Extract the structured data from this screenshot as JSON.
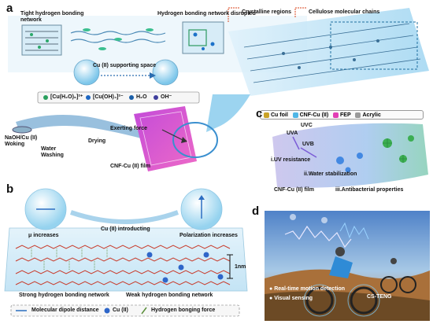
{
  "panel_a": {
    "label": "a",
    "tight_network": "Tight hydrogen bonding network",
    "disrupted_network": "Hydrogen bonding network disrupted",
    "crystalline": "Crystalline regions",
    "cellulose_chains": "Cellulose molecular chains",
    "cu_space": "Cu (II) supporting space",
    "species_legend": [
      "[Cu(H₂O)₆]²⁺",
      "[Cu(OH)₄]²⁻",
      "H₂O",
      "OH⁻"
    ],
    "naoh": "NaOH/Cu (II) Woking",
    "washing": "Water Washing",
    "drying": "Drying",
    "force": "Exerting force",
    "film": "CNF-Cu (II) film"
  },
  "legend_materials": {
    "items": [
      {
        "label": "Cu foil",
        "color": "#c9a227"
      },
      {
        "label": "CNF-Cu (II)",
        "color": "#4fb6e6"
      },
      {
        "label": "FEP",
        "color": "#e23fb5"
      },
      {
        "label": "Acrylic",
        "color": "#9a9a9a"
      }
    ]
  },
  "panel_b": {
    "label": "b",
    "introducing": "Cu (II) introducting",
    "mu_increases": "μ increases",
    "polarization": "Polarization increases",
    "strong": "Strong hydrogen bonding network",
    "weak": "Weak hydrogen bonding network",
    "scale": "1nm",
    "legend": [
      "Molecular dipole distance",
      "Cu (II)",
      "Hydrogen bonging force"
    ]
  },
  "panel_c": {
    "label": "c",
    "uva": "UVA",
    "uvc": "UVC",
    "uvb": "UVB",
    "i": "i.UV resistance",
    "ii": "ii.Water stabilization",
    "film": "CNF-Cu (II) film",
    "iii": "iii.Antibacterial properties"
  },
  "panel_d": {
    "label": "d",
    "realtime": "Real-time motion detection",
    "visual": "Visual sensing",
    "teng": "CS-TENG"
  }
}
